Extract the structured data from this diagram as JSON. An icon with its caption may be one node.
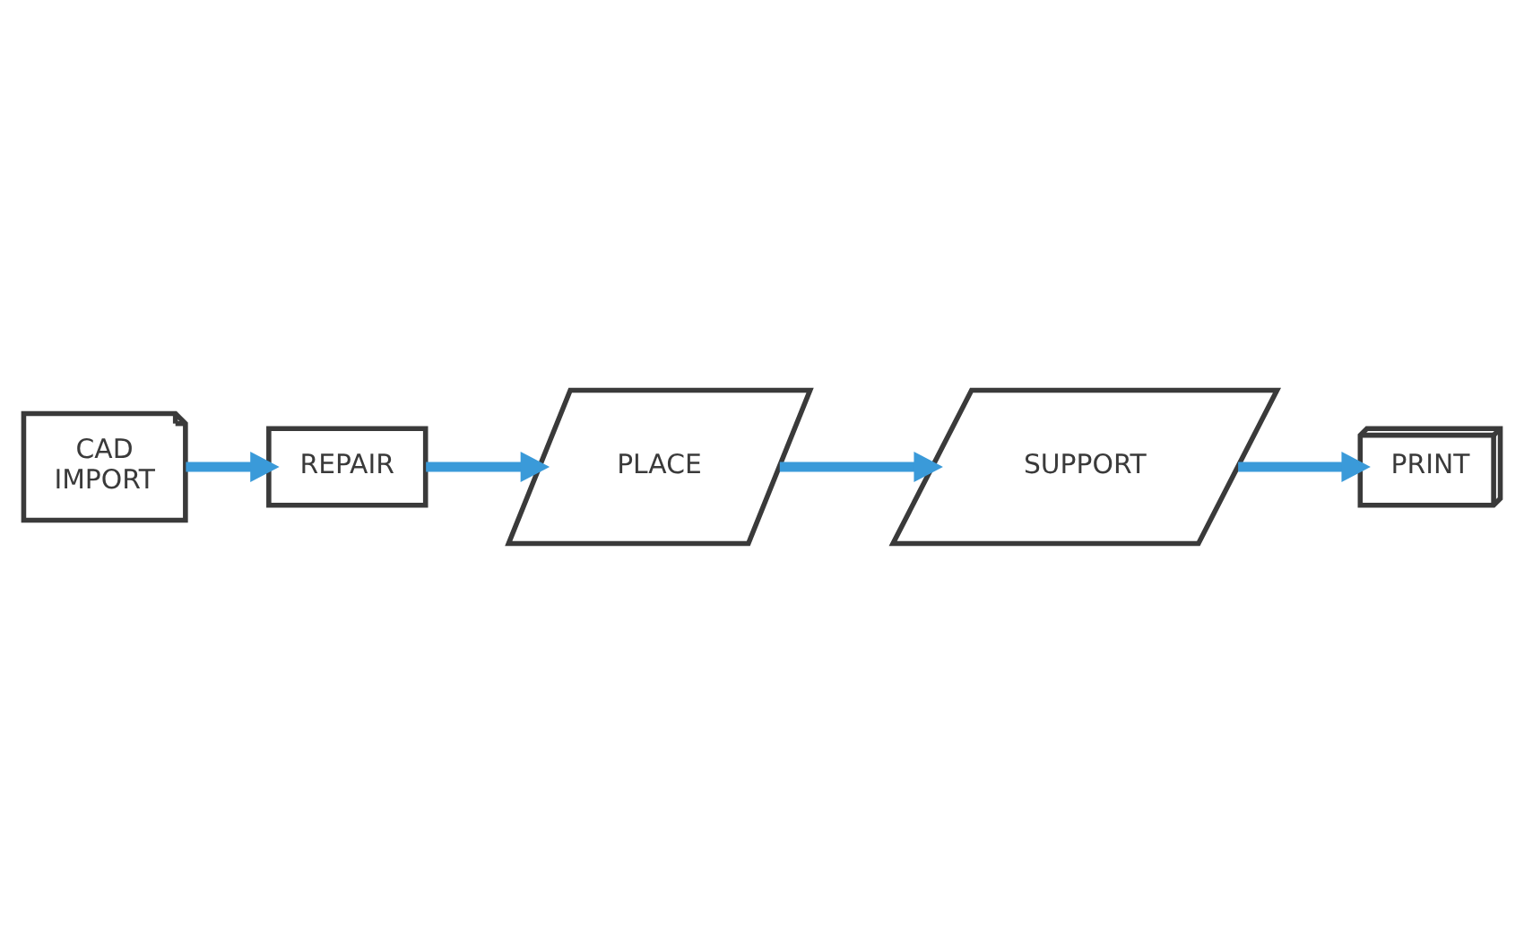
{
  "diagram": {
    "nodes": [
      {
        "text": [
          "CAD",
          "IMPORT"
        ]
      },
      {
        "text": [
          "REPAIR"
        ]
      },
      {
        "text": [
          "PLACE"
        ]
      },
      {
        "text": [
          "SUPPORT"
        ]
      },
      {
        "text": [
          "PRINT"
        ]
      }
    ],
    "edges": [
      {
        "from": 0,
        "to": 1,
        "arrow": "to"
      },
      {
        "from": 1,
        "to": 2,
        "arrow": "to"
      },
      {
        "from": 2,
        "to": 3,
        "arrow": "to"
      },
      {
        "from": 3,
        "to": 4,
        "arrow": "to"
      }
    ]
  }
}
